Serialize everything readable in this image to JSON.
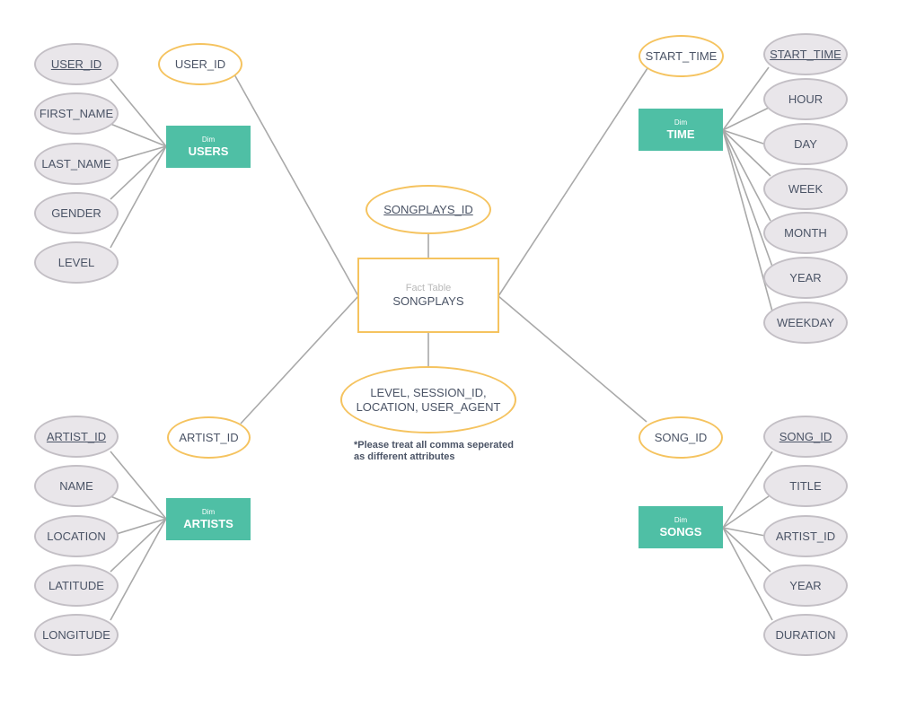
{
  "fact": {
    "tag": "Fact Table",
    "name": "SONGPLAYS",
    "primary_key": "SONGPLAYS_ID",
    "other_attributes": "LEVEL, SESSION_ID, LOCATION, USER_AGENT",
    "note": "*Please treat all comma seperated as different attributes"
  },
  "foreign_keys": {
    "user": "USER_ID",
    "time": "START_TIME",
    "artist": "ARTIST_ID",
    "song": "SONG_ID"
  },
  "dimensions": {
    "users": {
      "tag": "Dim",
      "name": "USERS",
      "primary_key": "USER_ID",
      "attributes": [
        "FIRST_NAME",
        "LAST_NAME",
        "GENDER",
        "LEVEL"
      ]
    },
    "time": {
      "tag": "Dim",
      "name": "TIME",
      "primary_key": "START_TIME",
      "attributes": [
        "HOUR",
        "DAY",
        "WEEK",
        "MONTH",
        "YEAR",
        "WEEKDAY"
      ]
    },
    "artists": {
      "tag": "Dim",
      "name": "ARTISTS",
      "primary_key": "ARTIST_ID",
      "attributes": [
        "NAME",
        "LOCATION",
        "LATITUDE",
        "LONGITUDE"
      ]
    },
    "songs": {
      "tag": "Dim",
      "name": "SONGS",
      "primary_key": "SONG_ID",
      "attributes": [
        "TITLE",
        "ARTIST_ID",
        "YEAR",
        "DURATION"
      ]
    }
  },
  "colors": {
    "dimension_fill": "#4fbfa5",
    "fact_border": "#f5c35f",
    "attribute_fill": "#e9e6ea",
    "attribute_border": "#c3bfc5",
    "connector": "#a9a9a9",
    "text": "#4b5466"
  }
}
